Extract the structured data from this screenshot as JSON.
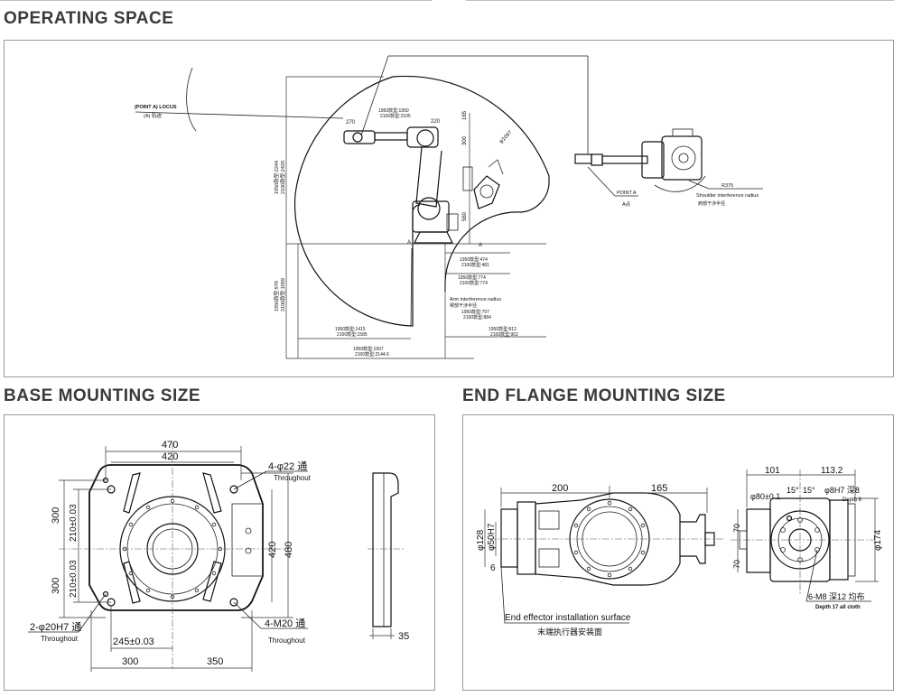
{
  "sections": {
    "operating": {
      "title": "OPERATING SPACE"
    },
    "base": {
      "title": "BASE MOUNTING SIZE"
    },
    "flange": {
      "title": "END FLANGE MOUNTING SIZE"
    }
  },
  "operating_labels": {
    "point_a_locus": "(POINT A) LOCUS",
    "point_a_locus_cn": "(A) 轨迹",
    "point_a": "POINT A",
    "point_a_cn": "A点",
    "r375": "R375",
    "shoulder_radius": "Shoulder interference radius",
    "shoulder_radius_cn": "肩部干涉半径",
    "arm_radius": "Arm interference radius",
    "arm_radius_cn": "臂部干涉半径",
    "d270": "270",
    "d220": "220",
    "d165": "165",
    "d1097": "φ1097",
    "d560": "560",
    "d300": "300",
    "left_top_a": "1950款型:2244",
    "left_top_b": "2100款型:2420",
    "left_bot_a": "1950款型:979",
    "left_bot_b": "2100款型:1059",
    "top_a": "1950款型:1950",
    "top_b": "2100款型:2105",
    "bot1_a": "1950款型:1415",
    "bot1_b": "2100款型:1585",
    "bot2_a": "1950款型:1907",
    "bot2_b": "2100款型:2144.6",
    "r1_a": "1950款型:474",
    "r1_b": "2100款型:481",
    "r2_a": "1950款型:774",
    "r2_b": "2100款型:774",
    "r3_a": "1950款型:797",
    "r3_b": "2100款型:884",
    "r4_a": "1950款型:812",
    "r4_b": "2100款型:902"
  },
  "base_labels": {
    "d470": "470",
    "d420_top": "420",
    "d300_top": "300",
    "d300_bot": "300",
    "d210_top": "210±0.03",
    "d210_bot": "210±0.03",
    "d420_right": "420",
    "d480_right": "480",
    "d245": "245±0.03",
    "d300_bottom": "300",
    "d350_bottom": "350",
    "d35": "35",
    "hole_top": "4-φ22 通",
    "hole_top_sub": "Throughout",
    "pin_left": "2-φ20H7 通",
    "pin_left_sub": "Throughout",
    "thread_right": "4-M20 通",
    "thread_right_sub": "Throughout"
  },
  "flange_labels": {
    "d200": "200",
    "d165": "165",
    "d128": "φ128",
    "d50": "φ50H7",
    "d6": "6",
    "end_effector": "End effector installation surface",
    "end_effector_cn": "末端执行器安装面",
    "d101": "101",
    "d113": "113.2",
    "d80": "φ80±0.1",
    "d15a": "15°",
    "d15b": "15°",
    "d8h7": "φ8H7 深8",
    "depth8": "Depth 8",
    "d70a": "70",
    "d70b": "70",
    "d174": "φ174",
    "m8": "6-M8 深12 均布",
    "m8_sub": "Depth 17 all cloth"
  }
}
